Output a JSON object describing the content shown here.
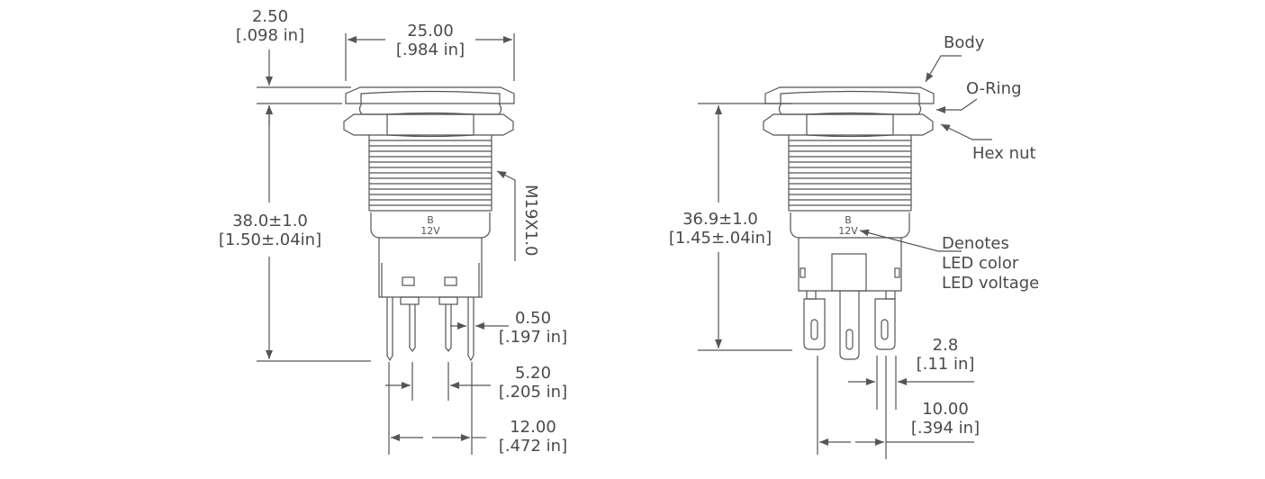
{
  "front_view": {
    "head_thickness": {
      "mm": "2.50",
      "inch": "[.098 in]"
    },
    "head_diameter": {
      "mm": "25.00",
      "inch": "[.984 in]"
    },
    "overall_length": {
      "mm": "38.0±1.0",
      "inch": "[1.50±.04in]"
    },
    "thread": "M19X1.0",
    "pin_thickness": {
      "mm": "0.50",
      "inch": "[.197 in]"
    },
    "pin_spacing_inner": {
      "mm": "5.20",
      "inch": "[.205 in]"
    },
    "pin_spacing_outer": {
      "mm": "12.00",
      "inch": "[.472 in]"
    },
    "marking": {
      "color_code": "B",
      "voltage": "12V"
    }
  },
  "side_view": {
    "overall_length": {
      "mm": "36.9±1.0",
      "inch": "[1.45±.04in]"
    },
    "callouts": {
      "body": "Body",
      "oring": "O-Ring",
      "hexnut": "Hex nut"
    },
    "denotes": [
      "Denotes",
      "LED color",
      "LED voltage"
    ],
    "terminal_width": {
      "mm": "2.8",
      "inch": "[.11 in]"
    },
    "terminal_spacing": {
      "mm": "10.00",
      "inch": "[.394 in]"
    },
    "marking": {
      "color_code": "B",
      "voltage": "12V"
    }
  },
  "colors": {
    "line": "#555555",
    "text": "#4a4a4a"
  }
}
